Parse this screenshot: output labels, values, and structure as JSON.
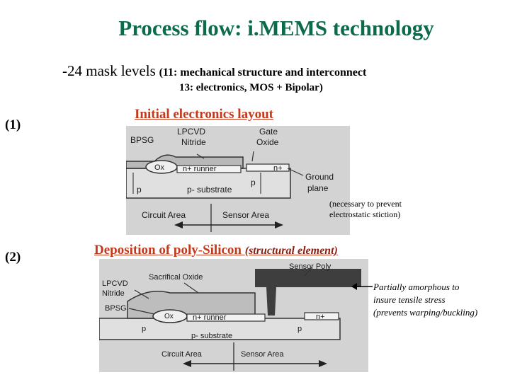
{
  "title": "Process flow: i.MEMS technology",
  "subtitle": {
    "line1_main": "-24 mask levels",
    "line1_detail": "(11: mechanical structure and interconnect",
    "line2": "13: electronics, MOS + Bipolar)"
  },
  "steps": [
    {
      "number": "(1)",
      "heading": "Initial electronics layout",
      "note_lines": [
        "(necessary to prevent",
        "electrostatic stiction)"
      ],
      "figure_labels": {
        "bpsg": "BPSG",
        "lpcvd": "LPCVD",
        "nitride": "Nitride",
        "gate": "Gate",
        "oxide": "Oxide",
        "ox": "Ox",
        "n_runner": "n+ runner",
        "n_plus": "n+",
        "ground": "Ground",
        "plane": "plane",
        "p_left": "p",
        "p_mid": "p",
        "substrate": "p- substrate",
        "circuit_area": "Circuit Area",
        "sensor_area": "Sensor Area"
      }
    },
    {
      "number": "(2)",
      "heading": "Deposition of poly-Silicon",
      "heading_note": "(structural element)",
      "note_lines": [
        "Partially amorphous to",
        "insure tensile stress",
        "(prevents warping/buckling)"
      ],
      "figure_labels": {
        "sensor_poly": "Sensor Poly",
        "sacrificial_oxide": "Sacrifical Oxide",
        "lpcvd": "LPCVD",
        "nitride": "Nitride",
        "bpsg": "BPSG",
        "ox": "Ox",
        "n_runner": "n+ runner",
        "n_plus": "n+",
        "p_left": "p",
        "p_mid": "p",
        "substrate": "p- substrate",
        "circuit_area": "Circuit Area",
        "sensor_area": "Sensor Area"
      }
    }
  ]
}
